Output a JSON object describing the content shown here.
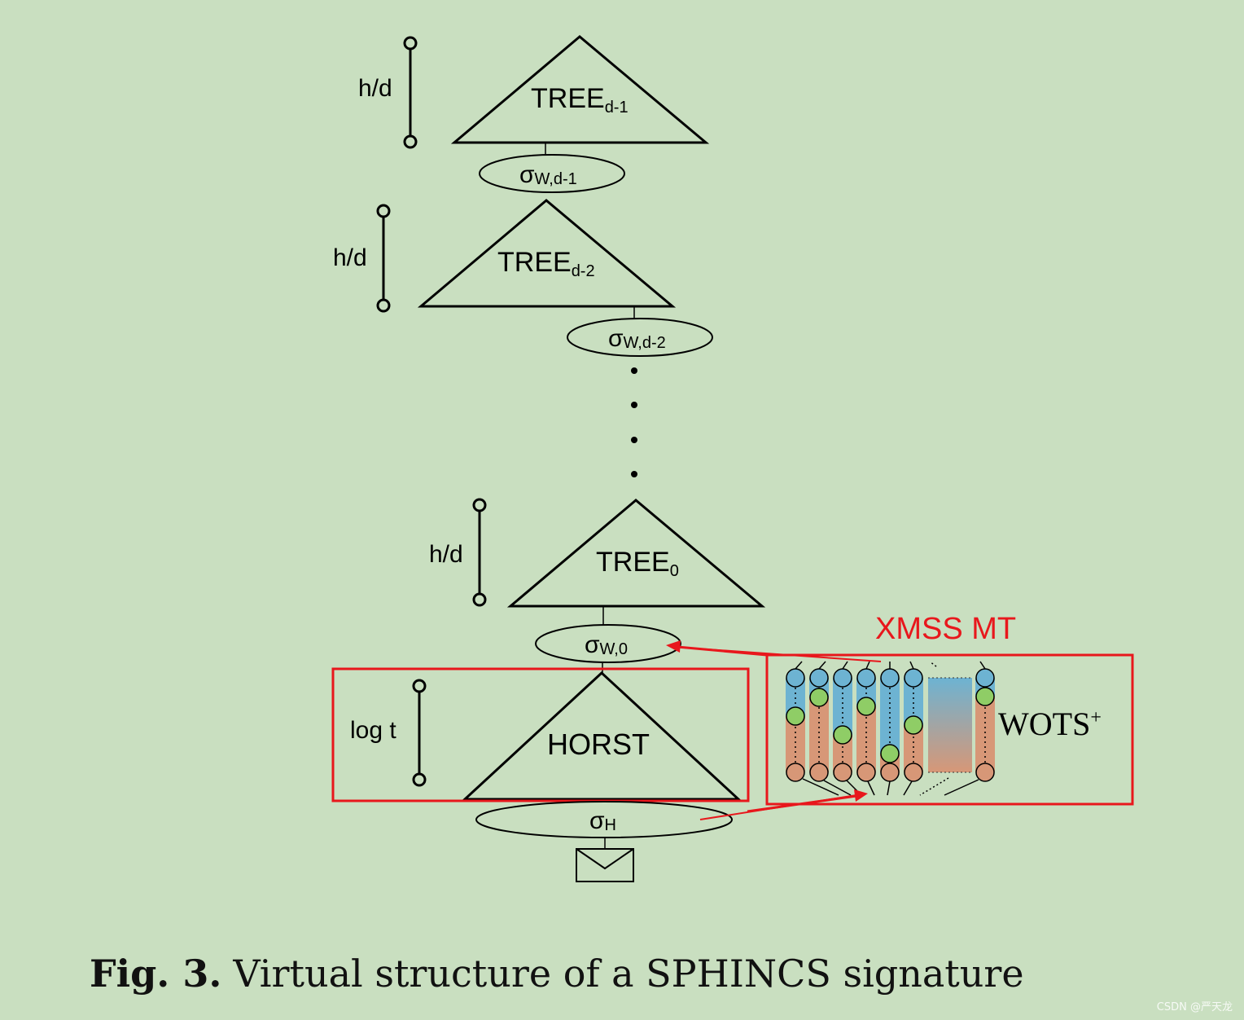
{
  "diagram": {
    "hd_label": "h/d",
    "logt_label": "log t",
    "trees": [
      {
        "name": "TREE",
        "sub": "d-1"
      },
      {
        "name": "TREE",
        "sub": "d-2"
      },
      {
        "name": "TREE",
        "sub": "0"
      }
    ],
    "horst_label": "HORST",
    "signatures": [
      {
        "sigma": "σ",
        "sub": "W,d-1"
      },
      {
        "sigma": "σ",
        "sub": "W,d-2"
      },
      {
        "sigma": "σ",
        "sub": "W,0"
      },
      {
        "sigma": "σ",
        "sub": "H"
      }
    ],
    "xmss_label": "XMSS MT",
    "wots_label": "WOTS",
    "wots_sup": "+",
    "colors": {
      "highlight": "#e8171c",
      "chain_top": "#6db3d2",
      "chain_mid": "#8fcd66",
      "chain_bottom": "#d79777",
      "background": "#c9dfc0"
    }
  },
  "caption": {
    "label": "Fig. 3.",
    "text": "Virtual structure of a SPHINCS signature"
  },
  "watermark": "CSDN @严天龙"
}
